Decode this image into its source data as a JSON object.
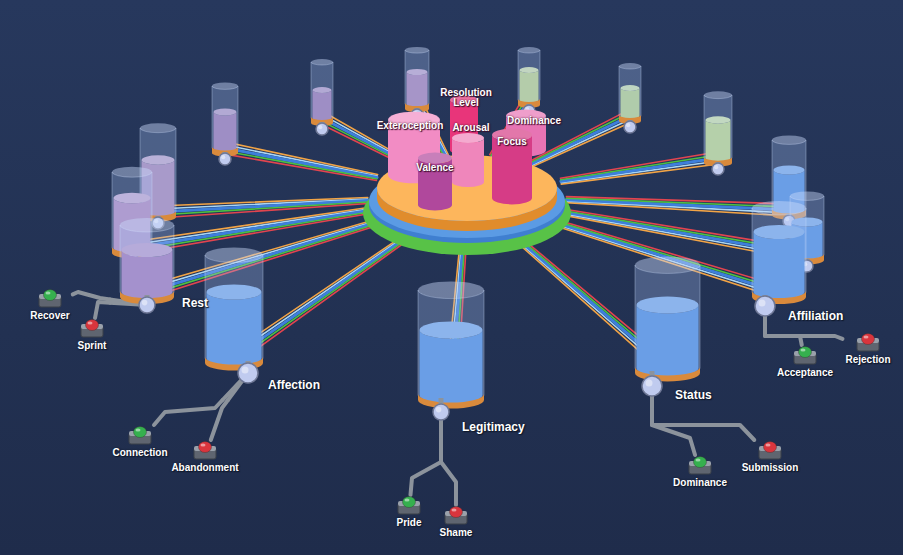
{
  "diagram": {
    "nodes": [
      {
        "text": [
          "Rest"
        ]
      },
      {
        "text": [
          "Recover"
        ]
      },
      {
        "text": [
          "Sprint"
        ]
      },
      {
        "text": [
          "Affection"
        ]
      },
      {
        "text": [
          "Connection"
        ]
      },
      {
        "text": [
          "Abandonment"
        ]
      },
      {
        "text": [
          "Legitimacy"
        ]
      },
      {
        "text": [
          "Pride"
        ]
      },
      {
        "text": [
          "Shame"
        ]
      },
      {
        "text": [
          "Status"
        ]
      },
      {
        "text": [
          "Dominance"
        ]
      },
      {
        "text": [
          "Submission"
        ]
      },
      {
        "text": [
          "Affiliation"
        ]
      },
      {
        "text": [
          "Rejection"
        ]
      },
      {
        "text": [
          "Acceptance"
        ]
      }
    ],
    "edges": [
      {
        "from": 0,
        "to": 1,
        "arrow": "none"
      },
      {
        "from": 0,
        "to": 2,
        "arrow": "none"
      },
      {
        "from": 3,
        "to": 4,
        "arrow": "none"
      },
      {
        "from": 3,
        "to": 5,
        "arrow": "none"
      },
      {
        "from": 6,
        "to": 7,
        "arrow": "none"
      },
      {
        "from": 6,
        "to": 8,
        "arrow": "none"
      },
      {
        "from": 9,
        "to": 10,
        "arrow": "none"
      },
      {
        "from": 9,
        "to": 11,
        "arrow": "none"
      },
      {
        "from": 12,
        "to": 13,
        "arrow": "none"
      },
      {
        "from": 12,
        "to": 14,
        "arrow": "none"
      }
    ],
    "labels": [
      "Resolution Level",
      "Arousal",
      "Dominance",
      "Exteroception",
      "Valence",
      "Focus"
    ]
  }
}
